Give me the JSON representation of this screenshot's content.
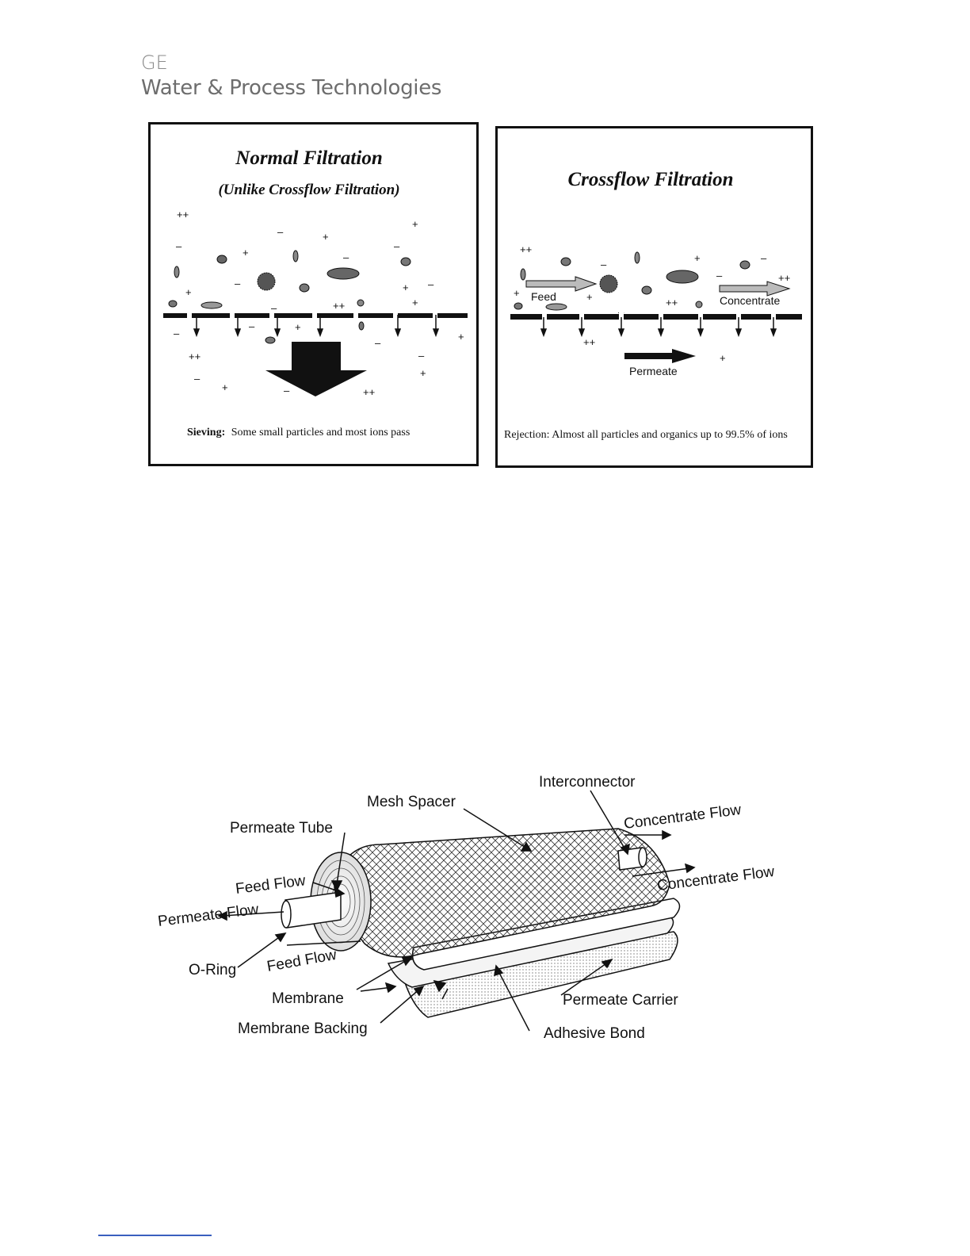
{
  "header": {
    "brand": "GE",
    "division": "Water & Process Technologies"
  },
  "normal_filtration": {
    "title": "Normal Filtration",
    "subtitle": "(Unlike Crossflow Filtration)",
    "caption_bold": "Sieving:",
    "caption_text": "Some small particles and most ions pass"
  },
  "crossflow_filtration": {
    "title": "Crossflow Filtration",
    "feed_label": "Feed",
    "concentrate_label": "Concentrate",
    "permeate_label": "Permeate",
    "caption": "Rejection: Almost all particles and organics up to 99.5% of ions"
  },
  "element_diagram": {
    "labels": {
      "interconnector": "Interconnector",
      "mesh_spacer": "Mesh Spacer",
      "permeate_tube": "Permeate Tube",
      "concentrate_flow_top": "Concentrate Flow",
      "feed_flow_top": "Feed Flow",
      "concentrate_flow_bottom": "Concentrate Flow",
      "permeate_flow": "Permeate Flow",
      "o_ring": "O-Ring",
      "feed_flow_bottom": "Feed Flow",
      "membrane": "Membrane",
      "permeate_carrier": "Permeate Carrier",
      "membrane_backing": "Membrane Backing",
      "adhesive_bond": "Adhesive Bond"
    }
  }
}
